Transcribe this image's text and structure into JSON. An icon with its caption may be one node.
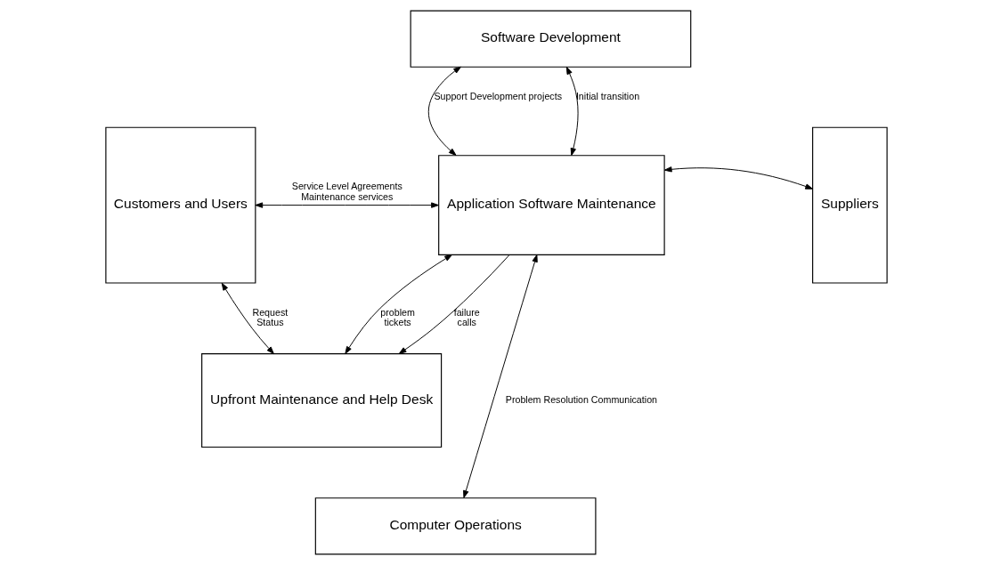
{
  "diagram": {
    "nodes": [
      {
        "text": [
          "Software Development"
        ]
      },
      {
        "text": [
          "Customers and Users"
        ]
      },
      {
        "text": [
          "Upfront Maintenance and Help Desk"
        ]
      },
      {
        "text": [
          "Application Software Maintenance"
        ]
      },
      {
        "text": [
          "Suppliers"
        ]
      },
      {
        "text": [
          "Computer Operations"
        ]
      }
    ],
    "edges": [
      {
        "from": 0,
        "to": 3,
        "arrow": "both",
        "label": [
          "Support Development projects"
        ]
      },
      {
        "from": 0,
        "to": 3,
        "arrow": "both",
        "label": [
          "Initial transition"
        ]
      },
      {
        "from": 1,
        "to": 3,
        "arrow": "both",
        "label": [
          "Service Level Agreements",
          "Maintenance services"
        ]
      },
      {
        "from": 3,
        "to": 4,
        "arrow": "both"
      },
      {
        "from": 3,
        "to": 2,
        "arrow": "to",
        "label": [
          "failure",
          "calls"
        ]
      },
      {
        "from": 1,
        "to": 2,
        "arrow": "both",
        "label": [
          "Request",
          "Status"
        ]
      },
      {
        "from": 3,
        "to": 2,
        "arrow": "both",
        "label": [
          "problem",
          "tickets"
        ]
      },
      {
        "from": 3,
        "to": 5,
        "arrow": "both",
        "label": [
          "Problem Resolution Communication"
        ]
      }
    ]
  }
}
